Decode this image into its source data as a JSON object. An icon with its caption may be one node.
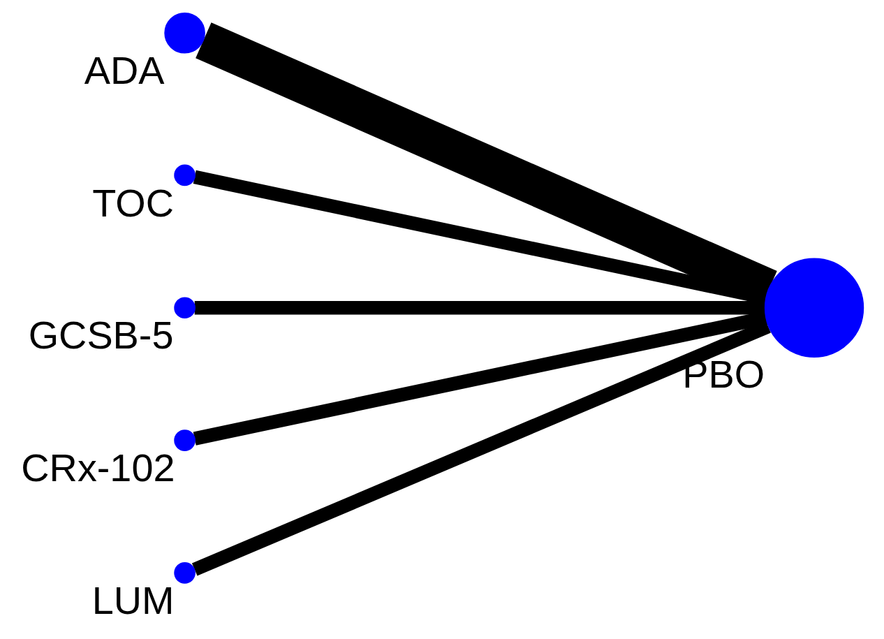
{
  "diagram": {
    "nodes": [
      {
        "text": [
          "ADA"
        ]
      },
      {
        "text": [
          "TOC"
        ]
      },
      {
        "text": [
          "GCSB-5"
        ]
      },
      {
        "text": [
          "PBO"
        ]
      },
      {
        "text": [
          "CRx-102"
        ]
      },
      {
        "text": [
          "LUM"
        ]
      }
    ],
    "edges": [
      {
        "from": 0,
        "to": 3,
        "arrow": "none",
        "style": "thick"
      },
      {
        "from": 1,
        "to": 3,
        "arrow": "none"
      },
      {
        "from": 2,
        "to": 3,
        "arrow": "none"
      },
      {
        "from": 4,
        "to": 3,
        "arrow": "none"
      },
      {
        "from": 5,
        "to": 3,
        "arrow": "none"
      }
    ]
  }
}
